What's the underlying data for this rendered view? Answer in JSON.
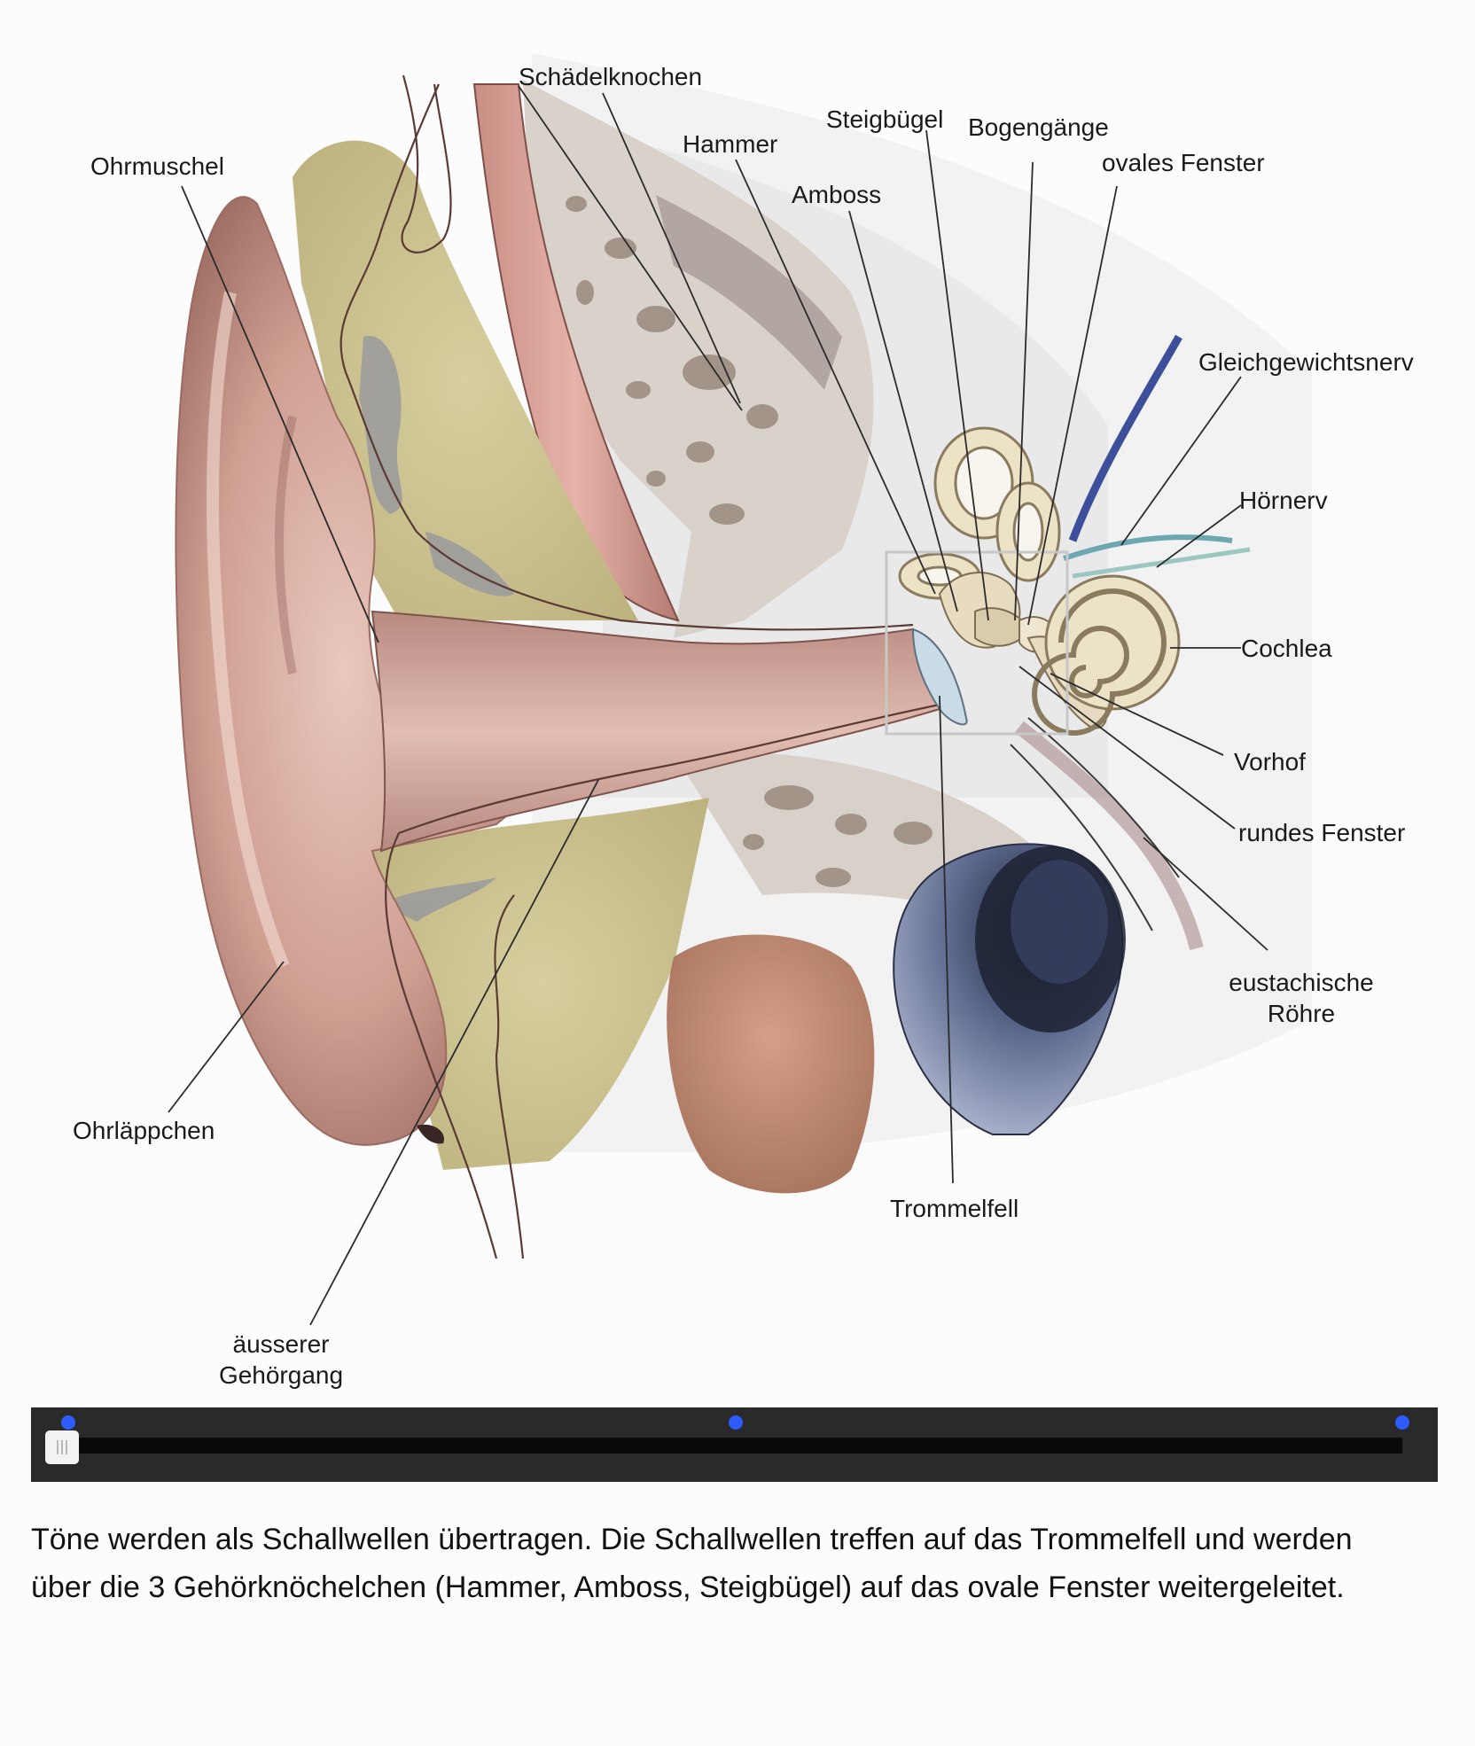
{
  "labels": {
    "schaedelknochen": "Schädelknochen",
    "ohrmuschel": "Ohrmuschel",
    "hammer": "Hammer",
    "steigbuegel": "Steigbügel",
    "bogengaenge": "Bogengänge",
    "amboss": "Amboss",
    "ovales_fenster": "ovales Fenster",
    "gleichgewichtsnerv": "Gleichgewichtsnerv",
    "hoernerv": "Hörnerv",
    "cochlea": "Cochlea",
    "vorhof": "Vorhof",
    "rundes_fenster": "rundes Fenster",
    "eustachische_line1": "eustachische",
    "eustachische_line2": "Röhre",
    "ohrlaeppchen": "Ohrläppchen",
    "trommelfell": "Trommelfell",
    "gehoergang_line1": "äusserer",
    "gehoergang_line2": "Gehörgang"
  },
  "player": {
    "progress": 0,
    "markers": [
      0,
      0.5,
      1
    ],
    "handle_icon": "grip-lines-icon",
    "accent_color": "#2f5cff"
  },
  "caption": "Töne werden als Schallwellen übertragen. Die Schallwellen treffen auf das Trommelfell und werden\nüber die 3 Gehörknöchelchen (Hammer, Amboss, Steigbügel) auf das ovale Fenster weitergeleitet."
}
